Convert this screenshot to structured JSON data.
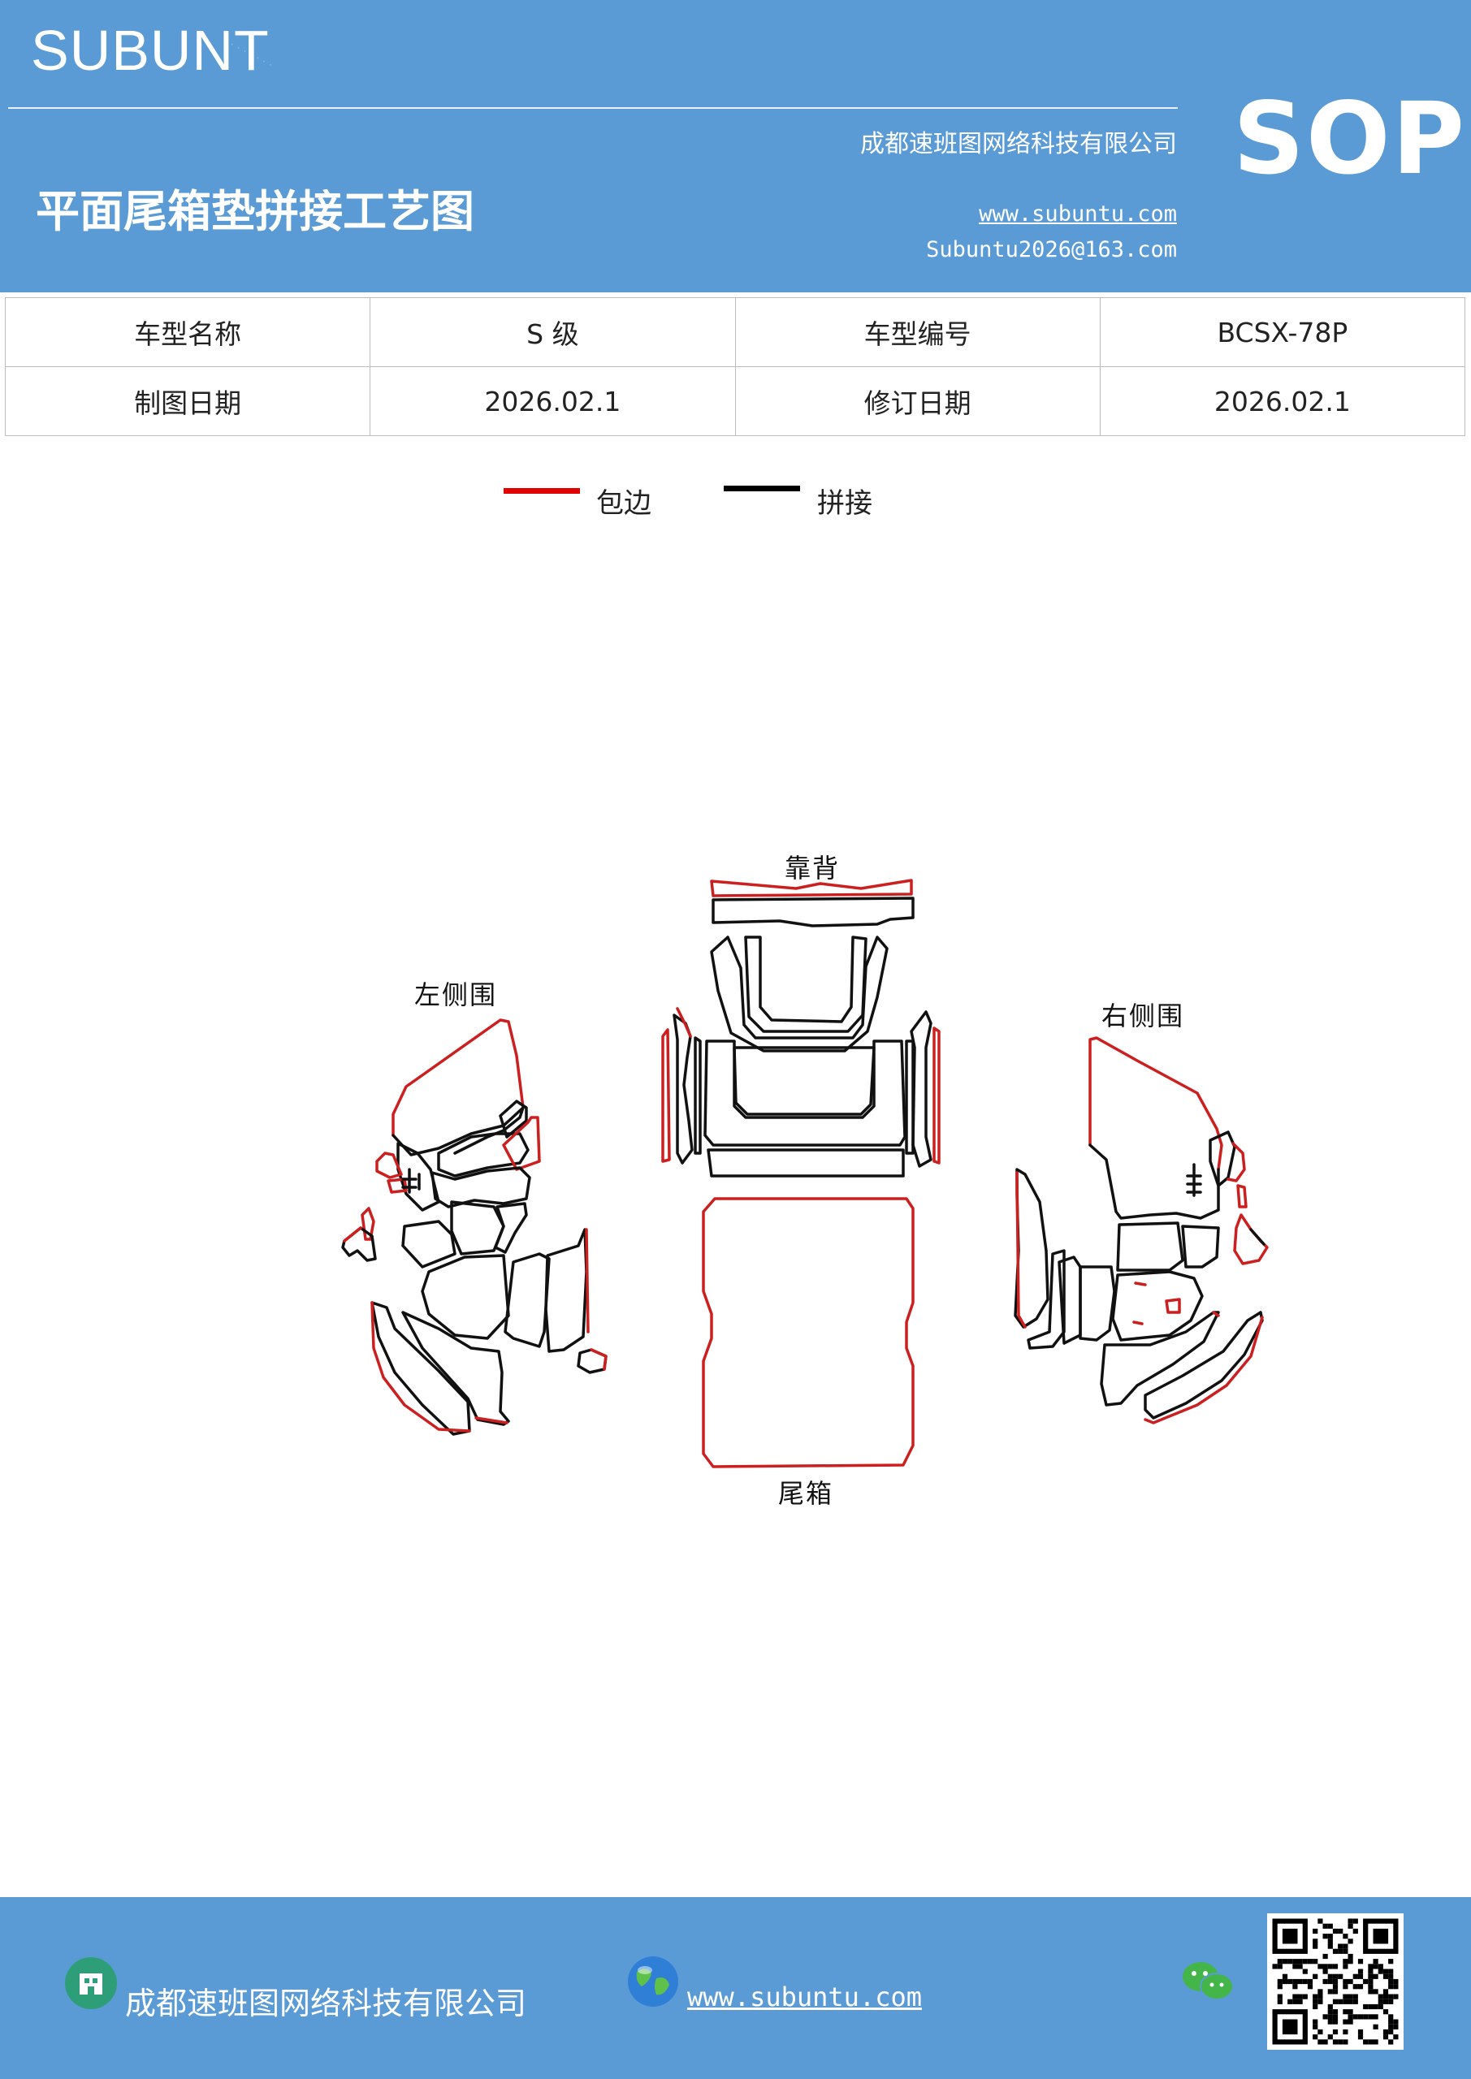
{
  "header": {
    "brand": "SUBUNT",
    "sop": "SOP",
    "company": "成都速班图网络科技有限公司",
    "title": "平面尾箱垫拼接工艺图",
    "url": "www.subuntu.com",
    "email": "Subuntu2026@163.com"
  },
  "info_table": {
    "rows": [
      [
        "车型名称",
        "S 级",
        "车型编号",
        "BCSX-78P"
      ],
      [
        "制图日期",
        "2026.02.1",
        "修订日期",
        "2026.02.1"
      ]
    ]
  },
  "legend": [
    {
      "label": "包边",
      "color": "#e00000"
    },
    {
      "label": "拼接",
      "color": "#000000"
    }
  ],
  "diagram": {
    "labels": {
      "backrest": "靠背",
      "left_side": "左侧围",
      "right_side": "右侧围",
      "trunk": "尾箱"
    },
    "colors": {
      "binding": "#cc1f1f",
      "splice": "#111111"
    }
  },
  "footer": {
    "company": "成都速班图网络科技有限公司",
    "url": "www.subuntu.com"
  },
  "icons": [
    "building-icon",
    "globe-icon",
    "wechat-icon",
    "qr-code"
  ]
}
